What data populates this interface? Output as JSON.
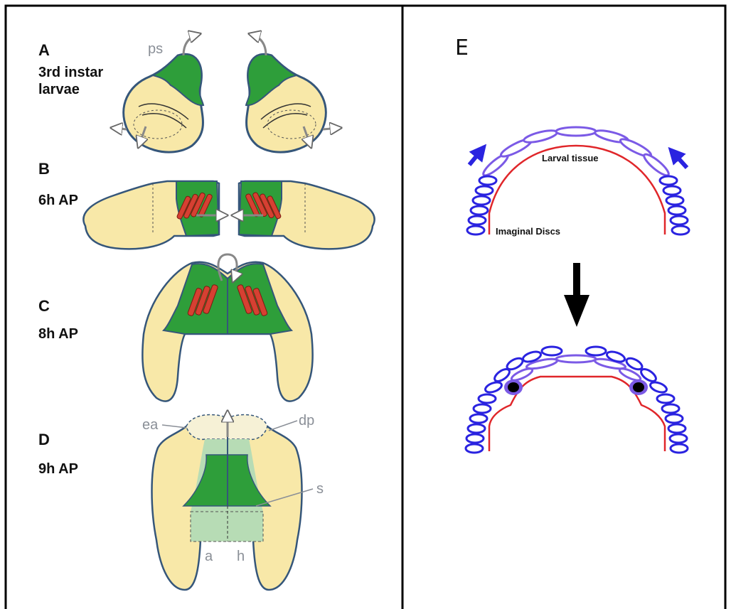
{
  "panels": {
    "A": {
      "letter": "A",
      "stage_line1": "3rd instar",
      "stage_line2": "larvae",
      "label_ps": "ps"
    },
    "B": {
      "letter": "B",
      "stage": "6h AP"
    },
    "C": {
      "letter": "C",
      "stage": "8h AP"
    },
    "D": {
      "letter": "D",
      "stage": "9h AP",
      "label_ea": "ea",
      "label_dp": "dp",
      "label_s": "s",
      "label_a": "a",
      "label_h": "h"
    },
    "E": {
      "letter": "E",
      "label_larval": "Larval tissue",
      "label_imaginal": "Imaginal Discs"
    }
  },
  "colors": {
    "disc_yellow": "#f8e8a8",
    "notum_green": "#2e9e3a",
    "light_green": "#b7dcb5",
    "muscle_red": "#d64032",
    "outline_blue": "#35567a",
    "purple": "#7b5ae6",
    "blue": "#2a23e0",
    "red_line": "#e0262a"
  }
}
